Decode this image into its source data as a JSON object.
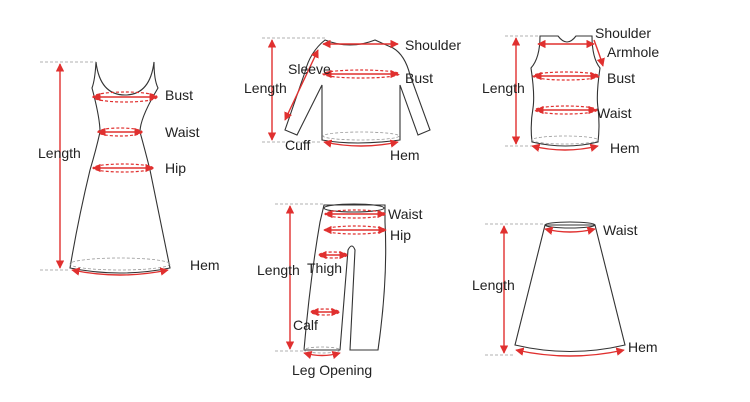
{
  "colors": {
    "measure": "#e0302f",
    "outline": "#333333",
    "guide": "#999999"
  },
  "dress": {
    "bust": "Bust",
    "waist": "Waist",
    "hip": "Hip",
    "length": "Length",
    "hem": "Hem"
  },
  "shirt": {
    "shoulder": "Shoulder",
    "sleeve": "Sleeve",
    "length": "Length",
    "bust": "Bust",
    "cuff": "Cuff",
    "hem": "Hem"
  },
  "vest": {
    "shoulder": "Shoulder",
    "armhole": "Armhole",
    "length": "Length",
    "bust": "Bust",
    "waist": "Waist",
    "hem": "Hem"
  },
  "pants": {
    "waist": "Waist",
    "hip": "Hip",
    "length": "Length",
    "thigh": "Thigh",
    "calf": "Calf",
    "leg_opening": "Leg Opening"
  },
  "skirt": {
    "waist": "Waist",
    "length": "Length",
    "hem": "Hem"
  }
}
